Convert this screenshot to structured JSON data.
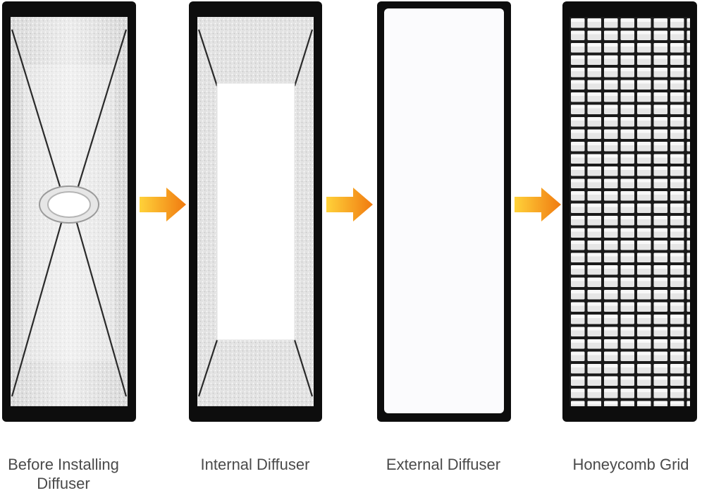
{
  "panels": [
    {
      "caption": "Before Installing Diffuser",
      "stage": "bare-softbox"
    },
    {
      "caption": "Internal Diffuser",
      "stage": "internal-diffuser"
    },
    {
      "caption": "External Diffuser",
      "stage": "external-diffuser"
    },
    {
      "caption": "Honeycomb Grid",
      "stage": "honeycomb-grid"
    }
  ],
  "colors": {
    "frame": "#0d0d0d",
    "silver": "#d9d9d9",
    "diffuser_white": "#fbfbfd",
    "arrow_light": "#ffd23a",
    "arrow_dark": "#f07a10",
    "caption_text": "#4a4a4a"
  },
  "icons": [
    "arrow-right-icon"
  ]
}
